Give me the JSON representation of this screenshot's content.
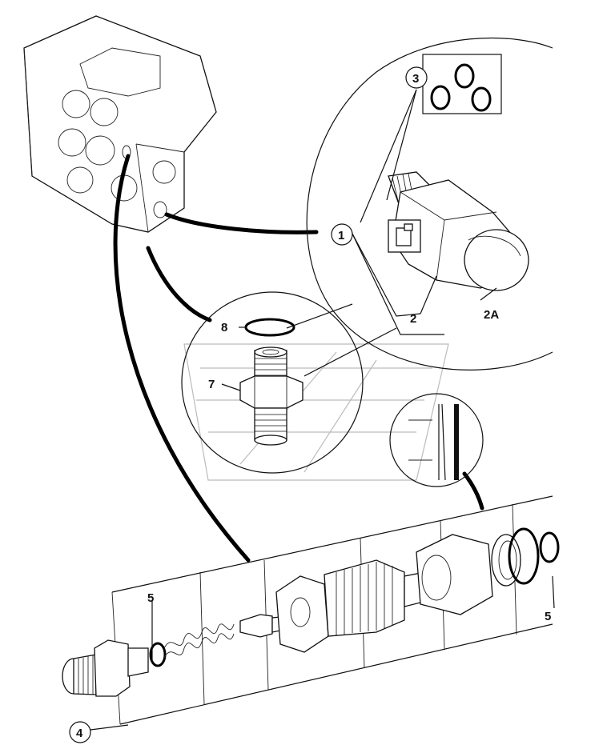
{
  "callouts": [
    {
      "id": "c1",
      "text": "1"
    },
    {
      "id": "c2",
      "text": "2"
    },
    {
      "id": "c2a",
      "text": "2A"
    },
    {
      "id": "c3",
      "text": "3"
    },
    {
      "id": "c4",
      "text": "4"
    },
    {
      "id": "c5a",
      "text": "5"
    },
    {
      "id": "c5b",
      "text": "5"
    },
    {
      "id": "c7",
      "text": "7"
    },
    {
      "id": "c8",
      "text": "8"
    }
  ]
}
